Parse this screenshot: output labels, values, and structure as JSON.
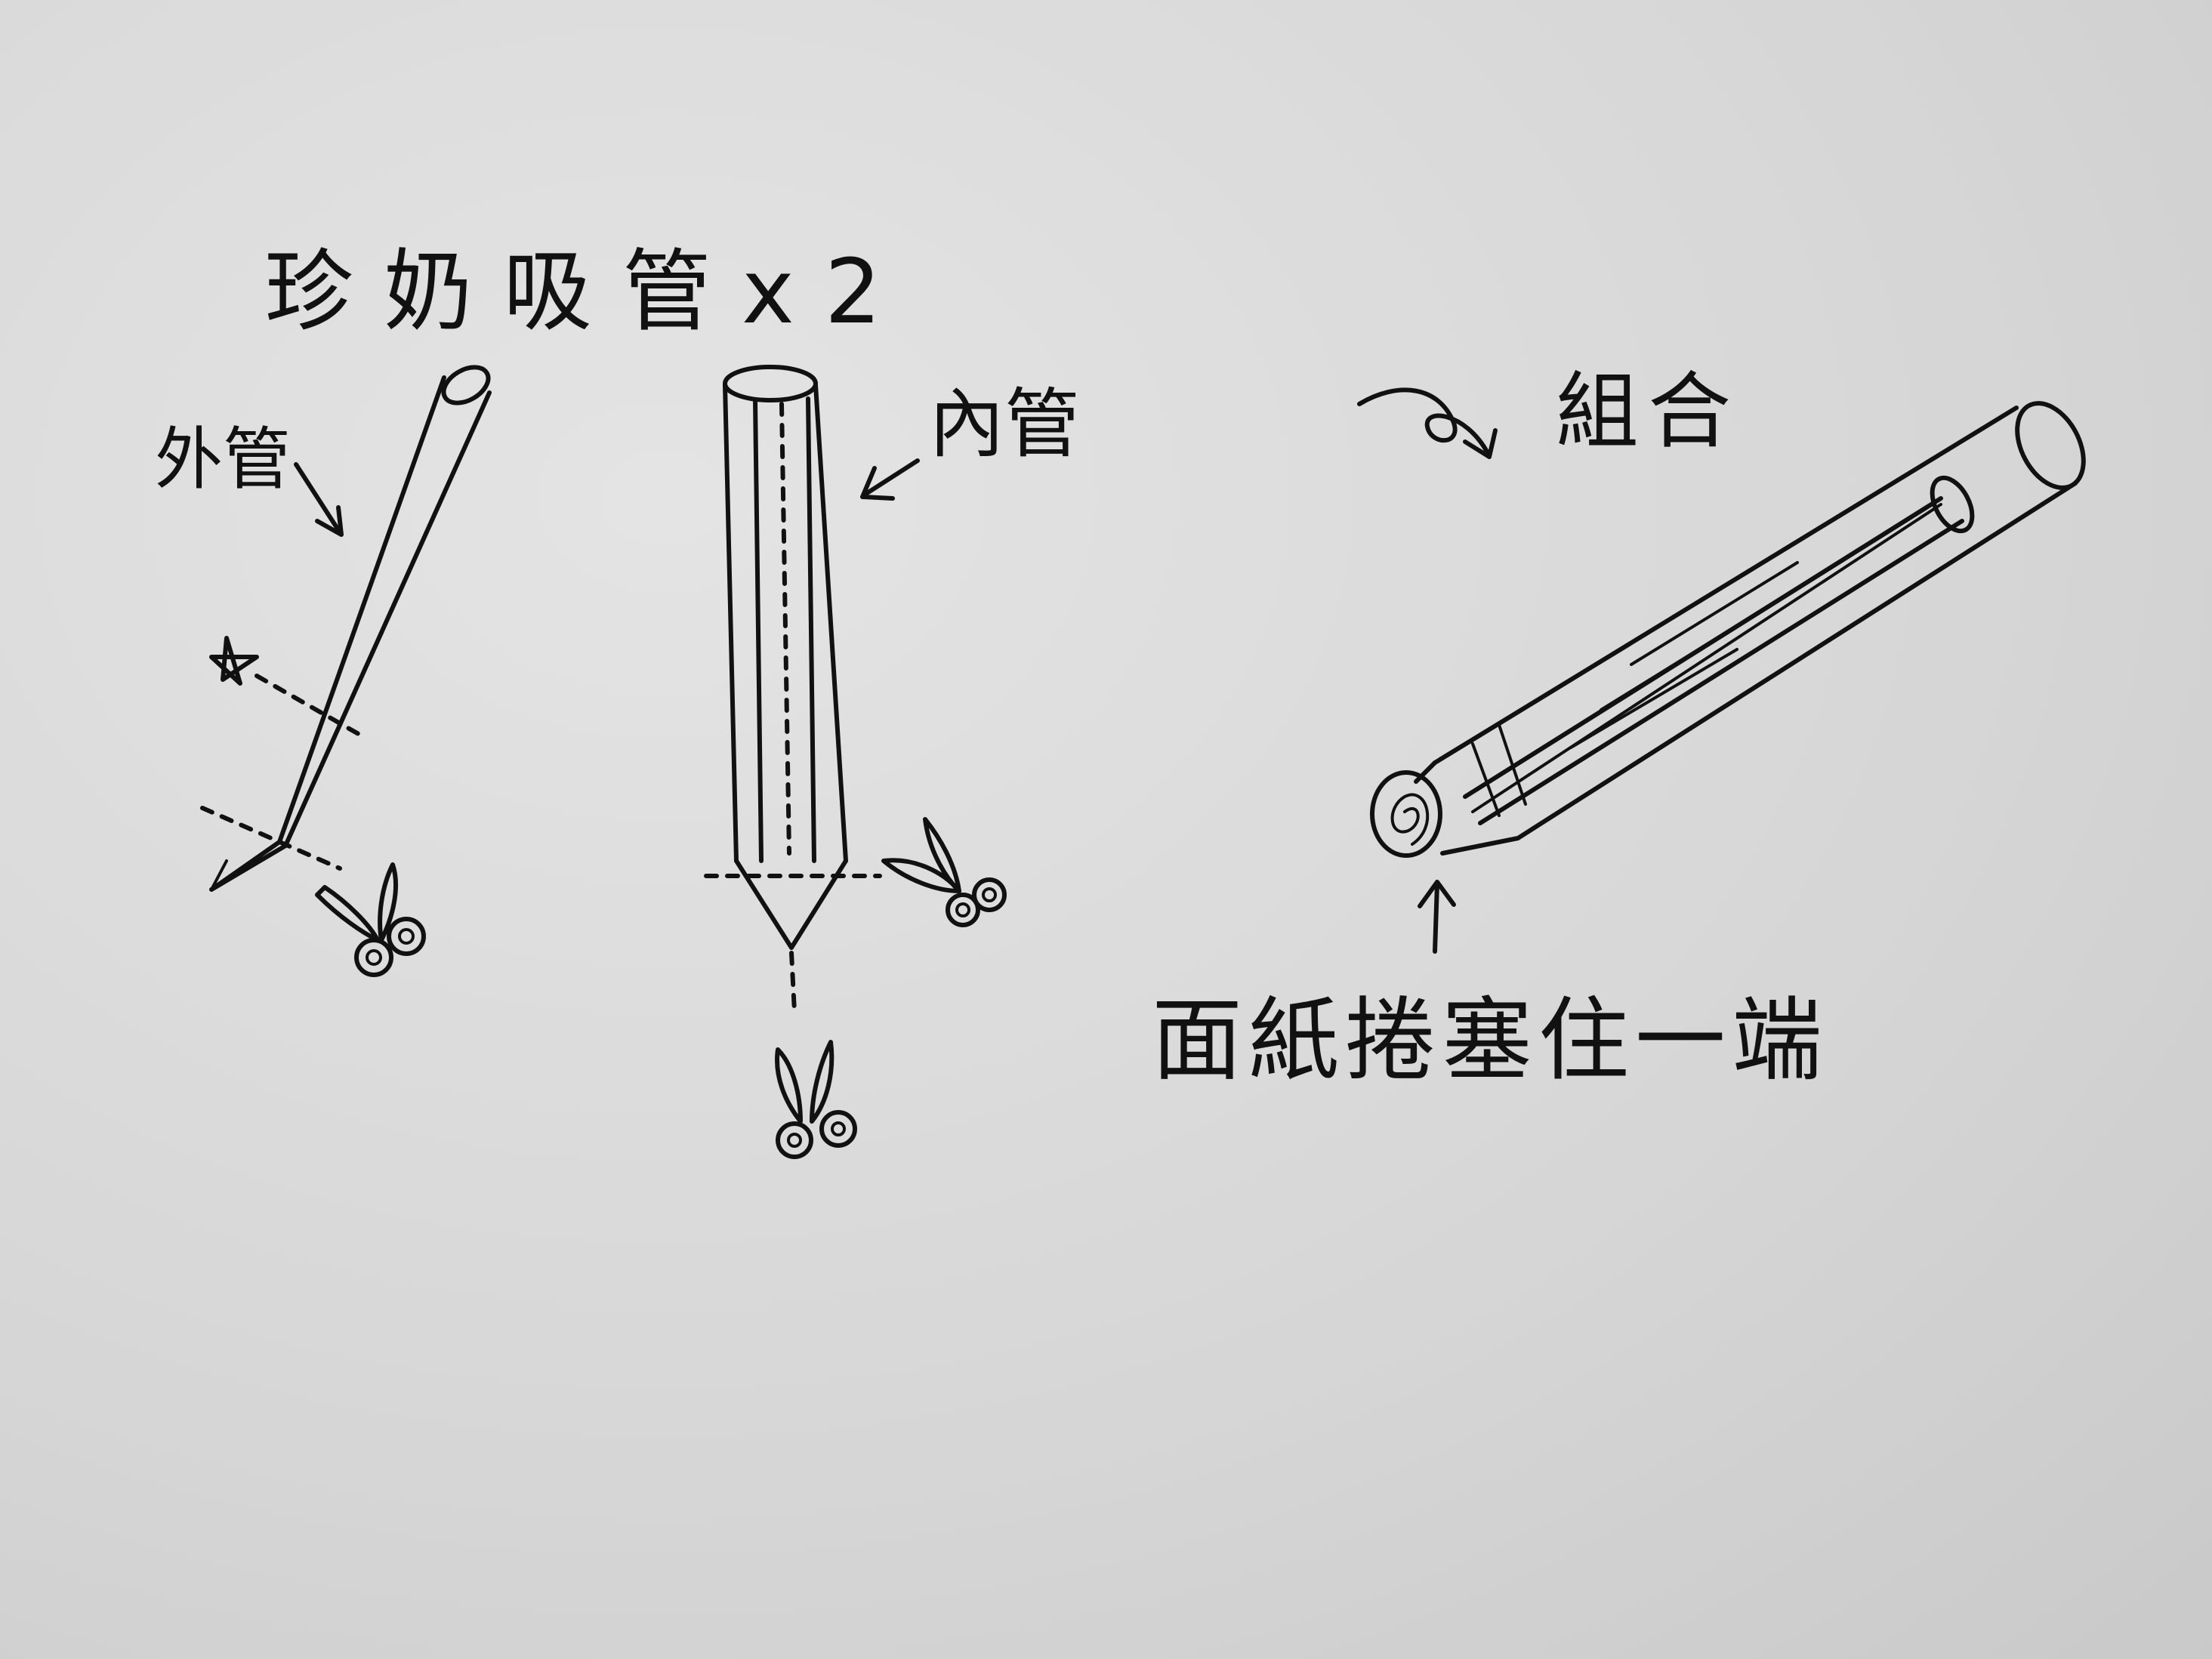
{
  "title": "珍奶吸管x2",
  "labels": {
    "outer_tube": "外管",
    "inner_tube": "內管",
    "assemble": "組合",
    "plug_note": "面紙捲塞住一端"
  },
  "colors": {
    "paper": "#d9d9d9",
    "ink": "#111111"
  },
  "icons": [
    "star-icon",
    "scissors-icon",
    "arrow-icon",
    "curved-arrow-icon"
  ]
}
